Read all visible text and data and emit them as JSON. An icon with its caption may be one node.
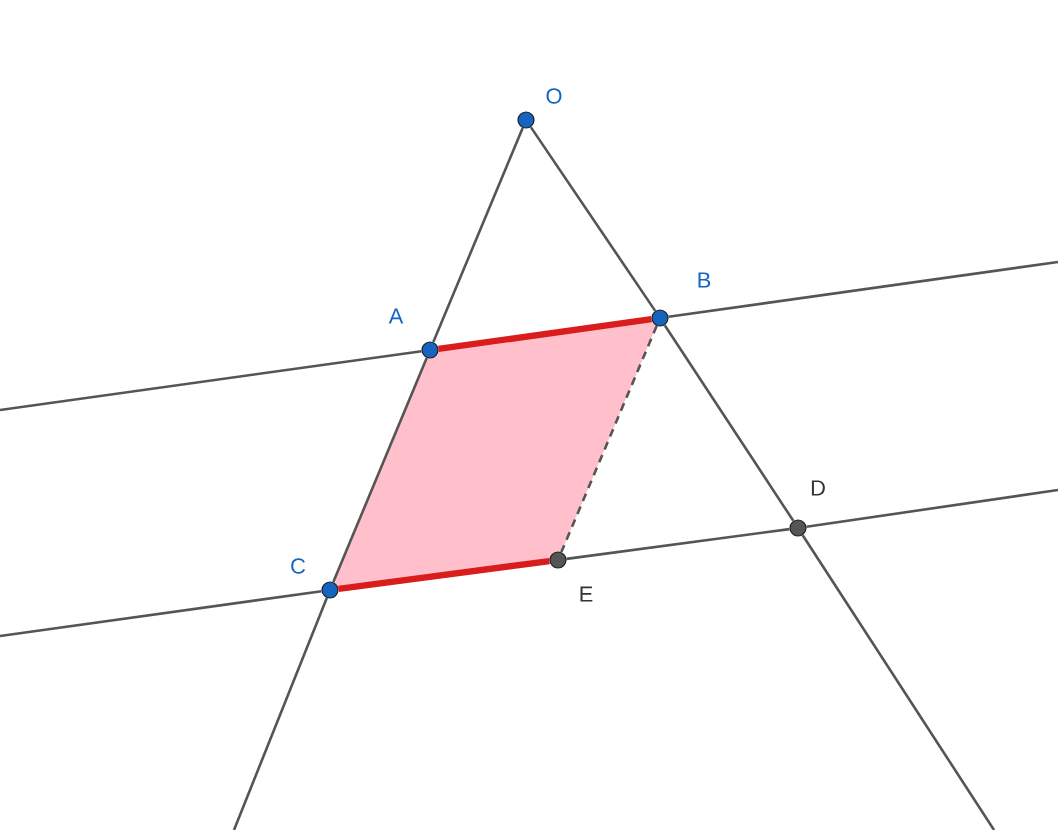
{
  "diagram": {
    "nodes": [
      {
        "text": [
          "O"
        ]
      },
      {
        "text": [
          "A"
        ]
      },
      {
        "text": [
          "B"
        ]
      },
      {
        "text": [
          "C"
        ]
      },
      {
        "text": [
          "D"
        ]
      },
      {
        "text": [
          "E"
        ]
      }
    ],
    "edges": [
      {
        "from": 0,
        "to": 1,
        "arrow": "none"
      },
      {
        "from": 1,
        "to": 3,
        "arrow": "none"
      },
      {
        "from": 3,
        "to": null,
        "arrow": "none"
      },
      {
        "from": 0,
        "to": 2,
        "arrow": "none"
      },
      {
        "from": 2,
        "to": 4,
        "arrow": "none"
      },
      {
        "from": 4,
        "to": null,
        "arrow": "none"
      },
      {
        "from": null,
        "to": 1,
        "arrow": "none"
      },
      {
        "from": 1,
        "to": 2,
        "arrow": "none",
        "style": "thick",
        "color": "#d91c1c"
      },
      {
        "from": 2,
        "to": null,
        "arrow": "none"
      },
      {
        "from": null,
        "to": 3,
        "arrow": "none"
      },
      {
        "from": 3,
        "to": 5,
        "arrow": "none",
        "style": "thick",
        "color": "#d91c1c"
      },
      {
        "from": 5,
        "to": 4,
        "arrow": "none"
      },
      {
        "from": 4,
        "to": null,
        "arrow": "none"
      },
      {
        "from": 2,
        "to": 5,
        "arrow": "none",
        "style": "dashed"
      }
    ]
  }
}
